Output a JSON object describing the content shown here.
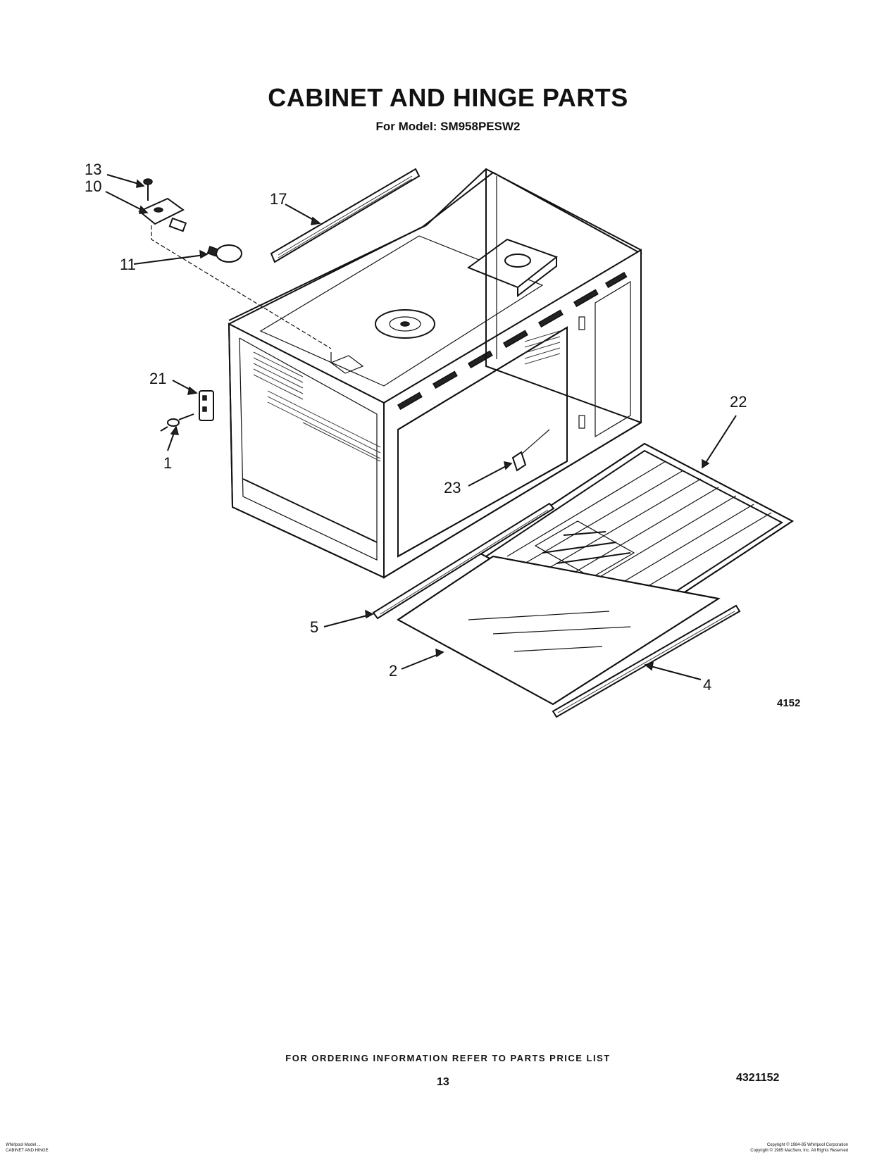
{
  "title": "CABINET AND HINGE PARTS",
  "model_line": "For Model: SM958PESW2",
  "callouts": [
    {
      "id": "13",
      "label": "13"
    },
    {
      "id": "10",
      "label": "10"
    },
    {
      "id": "11",
      "label": "11"
    },
    {
      "id": "17",
      "label": "17"
    },
    {
      "id": "21",
      "label": "21"
    },
    {
      "id": "1",
      "label": "1"
    },
    {
      "id": "22",
      "label": "22"
    },
    {
      "id": "23",
      "label": "23"
    },
    {
      "id": "5",
      "label": "5"
    },
    {
      "id": "2",
      "label": "2"
    },
    {
      "id": "4",
      "label": "4"
    }
  ],
  "figure_number": "4152",
  "ordering_note": "FOR ORDERING INFORMATION REFER TO PARTS PRICE LIST",
  "page_number": "13",
  "doc_number": "4321152",
  "footer_left": [
    "Whirlpool Model ...",
    "CABINET AND HINGE"
  ],
  "footer_right": [
    "Copyright © 1984-85 Whirlpool Corporation",
    "Copyright © 1985 MacServ, Inc. All Rights Reserved"
  ]
}
